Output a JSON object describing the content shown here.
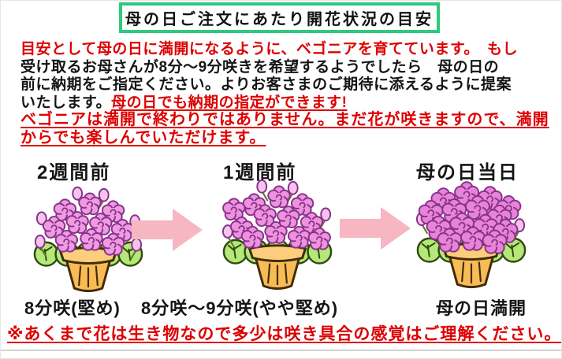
{
  "title": "母の日ご注文にあたり開花状況の目安",
  "intro": {
    "line1": "目安として母の日に満開になるように、ベゴニアを育てています。　もし",
    "line2": "受け取るお母さんが8分～9分咲きを希望するようでしたら　母の日の",
    "line3": "前に納期をご指定ください。よりお客さまのご期待に添えるように提案",
    "line4_black": "いたします。",
    "line4_red": "母の日でも納期の指定ができます!"
  },
  "promise": {
    "line1": "ベゴニアは満開で終わりではありません。まだ花が咲きますので、満開",
    "line2": "からでも楽しんでいただけます。"
  },
  "stages": [
    {
      "label": "2週間前",
      "caption": "8分咲(堅め)"
    },
    {
      "label": "1週間前",
      "caption": "8分咲～9分咲(やや堅め)"
    },
    {
      "label": "母の日当日",
      "caption": "母の日満開"
    }
  ],
  "footnote": "※あくまで花は生き物なので多少は咲き具合の感覚はご理解ください。",
  "icons": {
    "flow_arrow": "block-arrow-right",
    "stage_illustration": "begonia-pot"
  },
  "colors": {
    "title_border": "#2fc97e",
    "red_text": "#dd0000",
    "black_text": "#151515",
    "arrow_pink": "#f6b6c2",
    "flower_pink": "#e98ad9",
    "flower_outline": "#87338a",
    "bud_pink": "#f6c3ec",
    "leaf_green": "#b5e878",
    "leaf_outline": "#2f4a10",
    "pot_orange": "#f9bb55",
    "pot_rim": "#fbcd7d",
    "pot_outline": "#3f2c08"
  }
}
